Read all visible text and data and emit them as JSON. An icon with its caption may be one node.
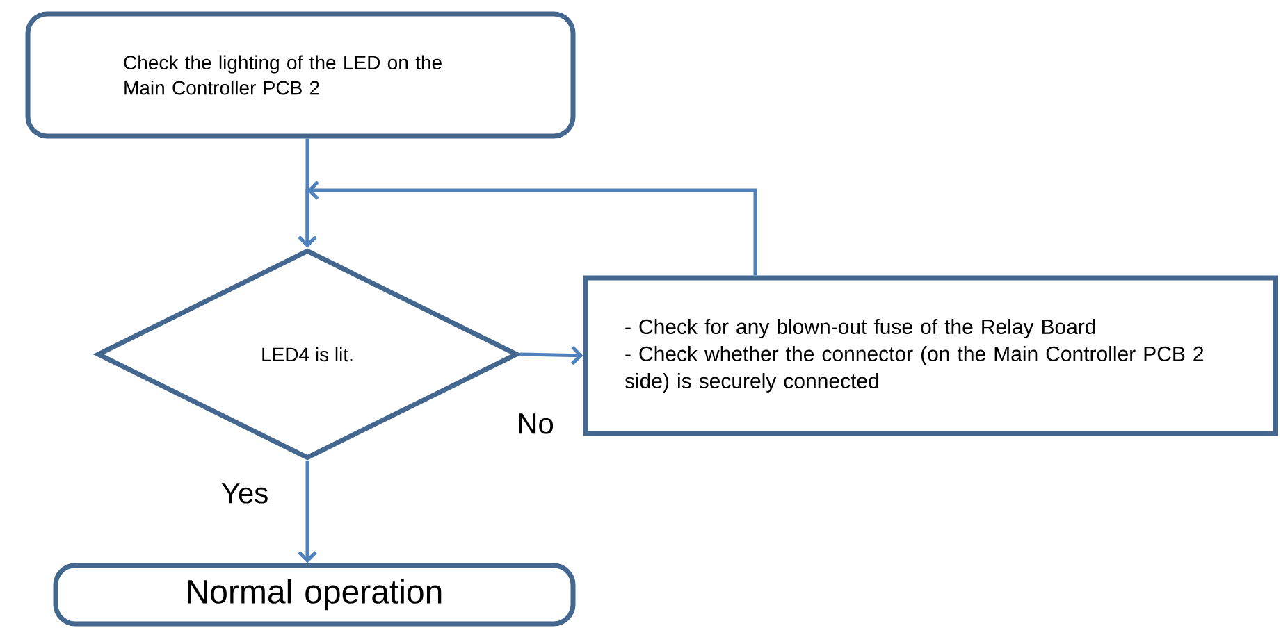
{
  "diagram": {
    "nodes": [
      {
        "text": [
          "Check the lighting of the LED on the Main Controller PCB 2"
        ]
      },
      {
        "text": [
          "LED4 is lit."
        ]
      },
      {
        "text": [
          "- Check for any blown-out fuse of the Relay Board",
          "- Check whether the connector (on the Main Controller PCB 2 side) is securely connected"
        ]
      },
      {
        "text": [
          "Normal operation"
        ]
      }
    ],
    "edges": [
      {
        "from": 0,
        "to": 1,
        "arrow": "to"
      },
      {
        "from": 1,
        "to": 2,
        "arrow": "to",
        "label": "No"
      },
      {
        "from": 2,
        "to": 1,
        "arrow": "to"
      },
      {
        "from": 1,
        "to": 3,
        "arrow": "to",
        "label": "Yes"
      }
    ]
  }
}
